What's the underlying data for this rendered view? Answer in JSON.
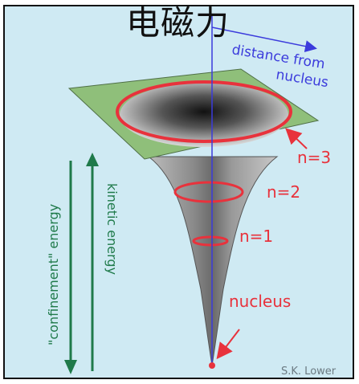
{
  "title": "电磁力",
  "labels": {
    "distance_axis_line1": "distance from",
    "distance_axis_line2": "nucleus",
    "n3": "n=3",
    "n2": "n=2",
    "n1": "n=1",
    "nucleus": "nucleus",
    "confinement_energy": "\"confinement\" energy",
    "kinetic_energy": "kinetic energy",
    "credit": "S.K. Lower"
  },
  "colors": {
    "background": "#cfeaf3",
    "plane": "#8fbf7a",
    "orbit_ring": "#e8323c",
    "axis_arrow": "#3b3bdc",
    "energy_arrows": "#1f7a4a",
    "label_red": "#e8323c"
  }
}
